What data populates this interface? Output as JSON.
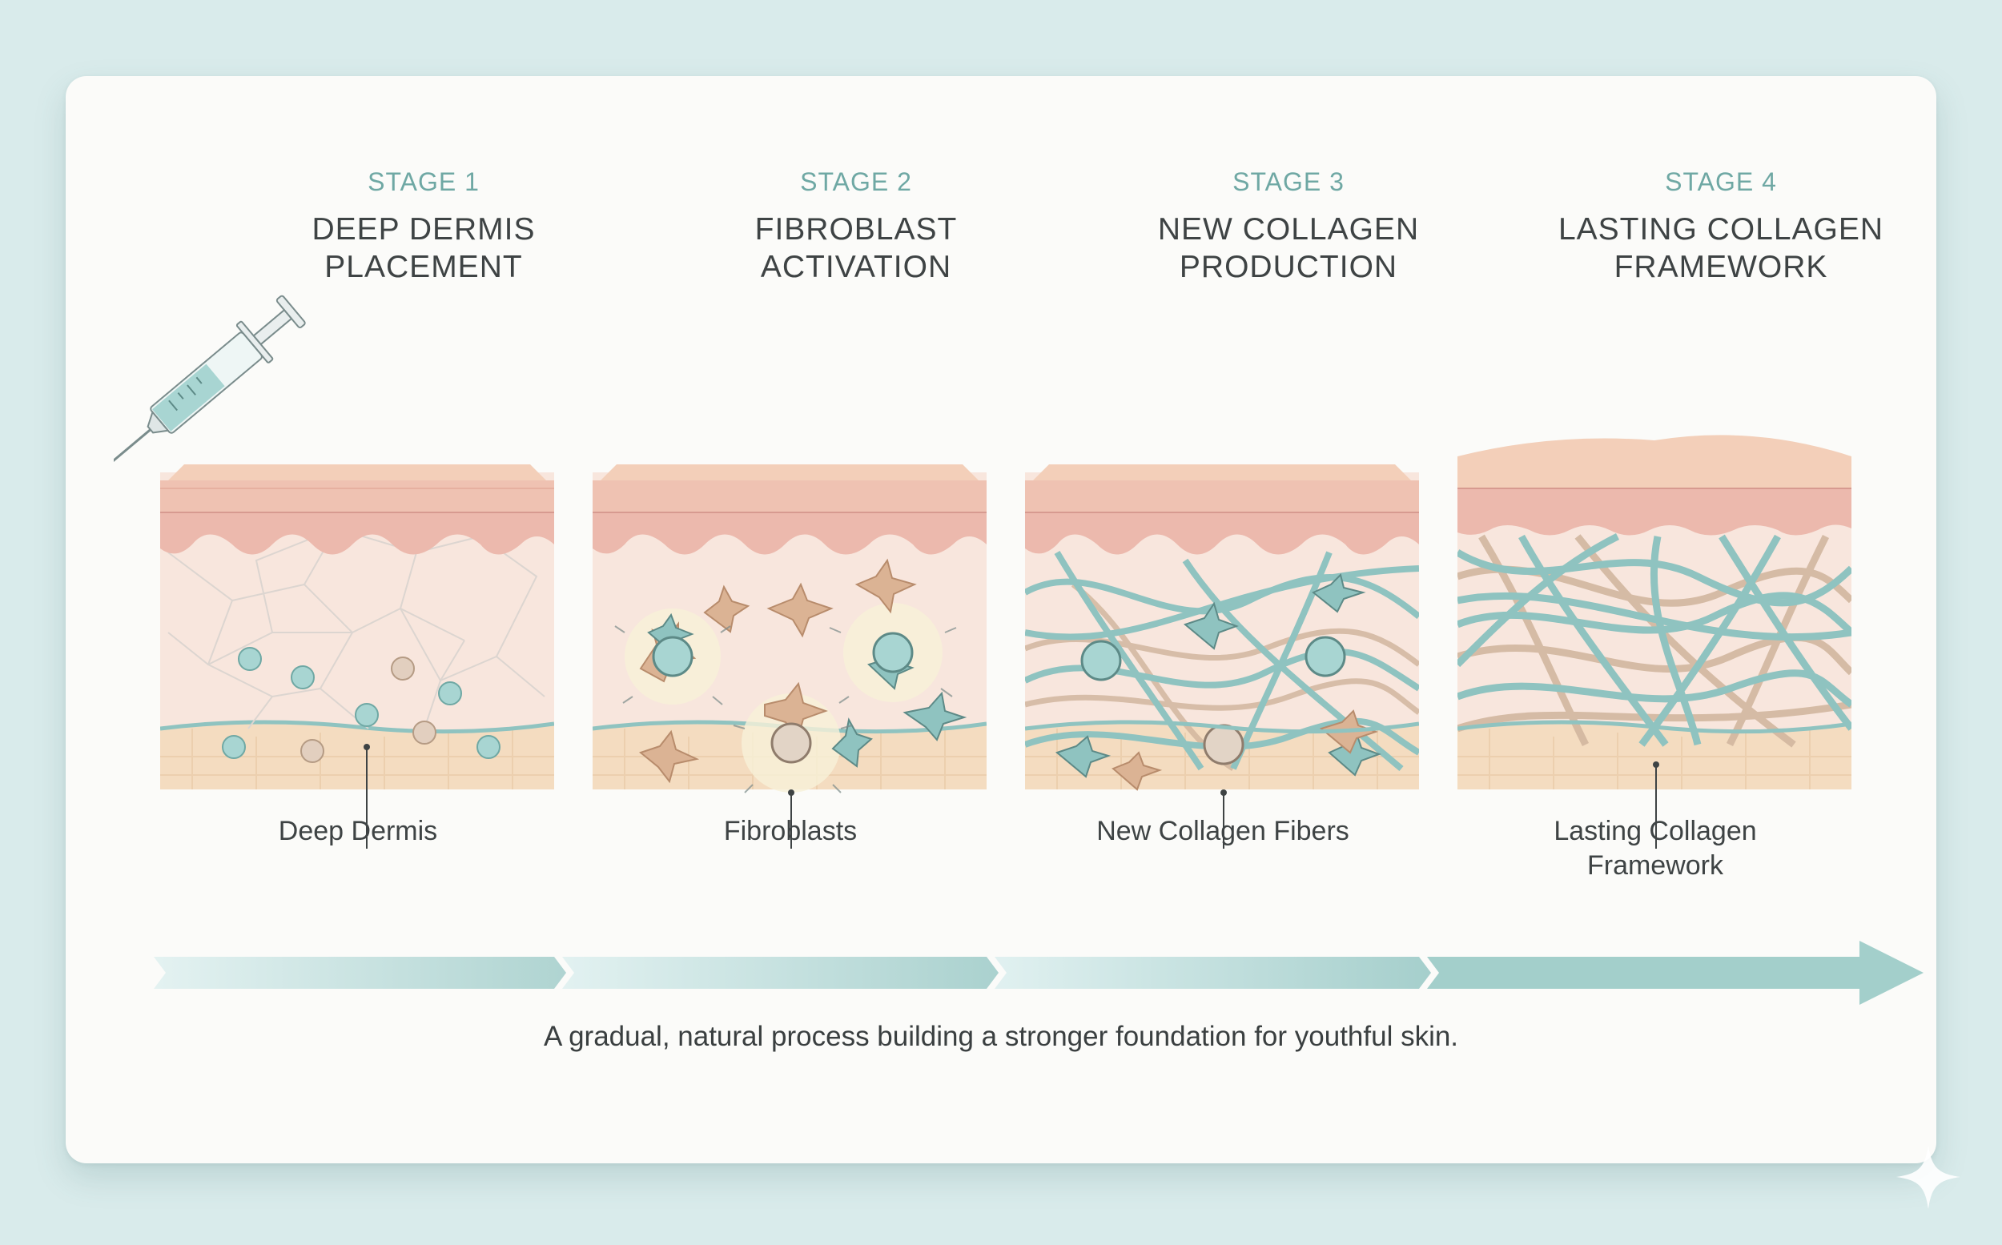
{
  "stages": [
    {
      "number": "STAGE 1",
      "title": "DEEP DERMIS\nPLACEMENT",
      "label": "Deep Dermis"
    },
    {
      "number": "STAGE 2",
      "title": "FIBROBLAST\nACTIVATION",
      "label": "Fibroblasts"
    },
    {
      "number": "STAGE 3",
      "title": "NEW COLLAGEN\nPRODUCTION",
      "label": "New Collagen Fibers"
    },
    {
      "number": "STAGE 4",
      "title": "LASTING COLLAGEN\nFRAMEWORK",
      "label": "Lasting Collagen\nFramework"
    }
  ],
  "caption": "A gradual, natural process building a stronger foundation for youthful skin.",
  "colors": {
    "accent_teal": "#8fc3c0",
    "skin_pink": "#efc9bb",
    "dermis": "#f8e5dc",
    "fat_layer": "#f4dcc0",
    "fibroblast": "#d6a98a"
  },
  "icons": [
    "syringe-icon",
    "process-arrow",
    "sparkle-icon"
  ]
}
